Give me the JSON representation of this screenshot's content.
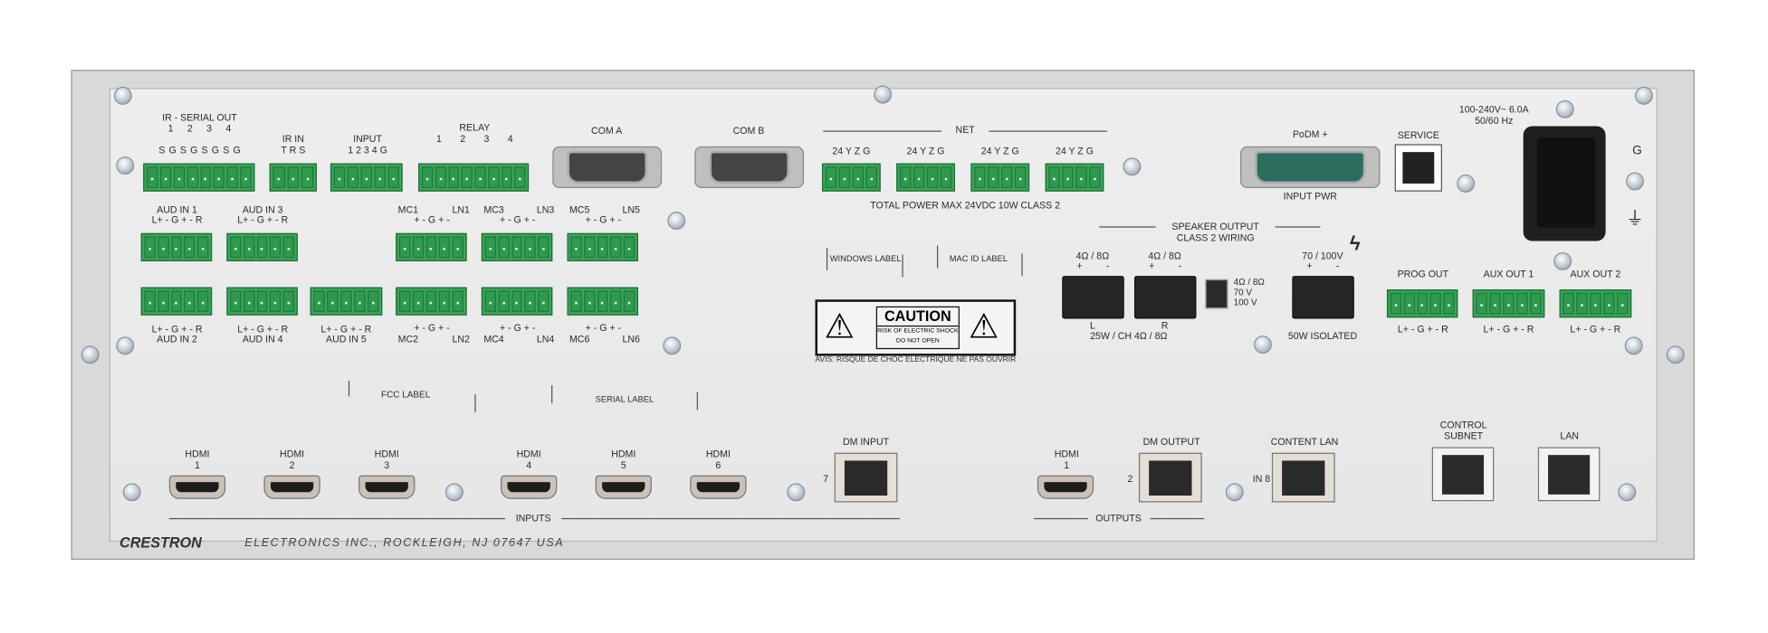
{
  "panel": {
    "ir_serial_out": {
      "title": "IR - SERIAL OUT",
      "numbers": "1 2 3 4",
      "pins": "S G S G S G S G"
    },
    "ir_in": {
      "title": "IR IN",
      "pins": "T R S"
    },
    "input": {
      "title": "INPUT",
      "pins": "1 2 3 4 G"
    },
    "relay": {
      "title": "RELAY",
      "numbers": "1 2 3 4"
    },
    "com_a": "COM A",
    "com_b": "COM B",
    "net": {
      "title": "NET",
      "pins": "24 Y Z G",
      "note": "TOTAL POWER MAX 24VDC 10W CLASS 2"
    },
    "podm": {
      "title": "PoDM +",
      "sub": "INPUT PWR"
    },
    "service": "SERVICE",
    "power": {
      "rating": "100-240V~ 6.0A",
      "freq": "50/60 Hz",
      "ground": "G"
    },
    "audio_pins": "L+ - G + - R",
    "mic_pins": "+ - G + -",
    "aud_in": [
      "AUD IN 1",
      "AUD IN 2",
      "AUD IN 3",
      "AUD IN 4",
      "AUD IN 5"
    ],
    "mc": [
      "MC1",
      "MC2",
      "MC3",
      "MC4",
      "MC5",
      "MC6"
    ],
    "ln": [
      "LN1",
      "LN2",
      "LN3",
      "LN4",
      "LN5",
      "LN6"
    ],
    "labels": {
      "windows": "WINDOWS LABEL",
      "mac": "MAC ID LABEL",
      "fcc": "FCC LABEL",
      "serial": "SERIAL LABEL"
    },
    "caution": {
      "title": "CAUTION",
      "line1": "RISK OF ELECTRIC SHOCK",
      "line2": "DO NOT OPEN",
      "french": "AVIS: RISQUE DE CHOC ELECTRIQUE NE PAS OUVRIR"
    },
    "speaker": {
      "title": "SPEAKER OUTPUT",
      "sub": "CLASS 2 WIRING",
      "imp": "4Ω / 8Ω",
      "plus": "+",
      "minus": "-",
      "left": "L",
      "right": "R",
      "rating": "25W / CH 4Ω / 8Ω",
      "sw1": "4Ω / 8Ω",
      "sw2": "70 V",
      "sw3": "100 V",
      "hv": "70 / 100V",
      "iso": "50W ISOLATED"
    },
    "prog_out": "PROG OUT",
    "aux_out_1": "AUX OUT 1",
    "aux_out_2": "AUX OUT 2",
    "inputs": {
      "hdmi": "HDMI",
      "nums": [
        "1",
        "2",
        "3",
        "4",
        "5",
        "6"
      ],
      "dm_input": "DM INPUT",
      "dm_num": "7",
      "title": "INPUTS"
    },
    "outputs": {
      "hdmi": "HDMI",
      "num": "1",
      "dm_output": "DM OUTPUT",
      "dm_num": "2",
      "title": "OUTPUTS"
    },
    "content_lan": {
      "title": "CONTENT LAN",
      "num": "IN 8"
    },
    "control_subnet": "CONTROL\nSUBNET",
    "lan": "LAN",
    "brand": {
      "logo": "CRESTRON",
      "address": "ELECTRONICS INC., ROCKLEIGH, NJ 07647   USA"
    }
  },
  "colors": {
    "terminal_green": "#3aa55a",
    "podm_teal": "#2c6e5e",
    "chassis": "#d9d9d9"
  }
}
